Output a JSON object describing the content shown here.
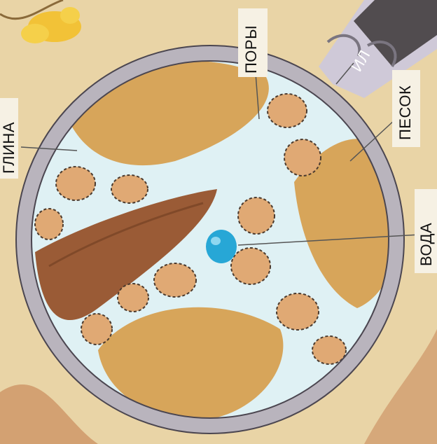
{
  "labels": {
    "pores": "ПОРЫ",
    "silt": "ИЛ",
    "sand": "ПЕСОК",
    "water": "ВОДА",
    "clay": "ГЛИНА"
  },
  "colors": {
    "background": "#e9d4a6",
    "ring": "#b9b4bd",
    "sand_grain": "#e0a974",
    "large_sand": "#d7a55a",
    "clay_particle": "#9a5b36",
    "water": "#dff1f4",
    "water_drop": "#27a7d6",
    "silt": "#514c4f"
  }
}
